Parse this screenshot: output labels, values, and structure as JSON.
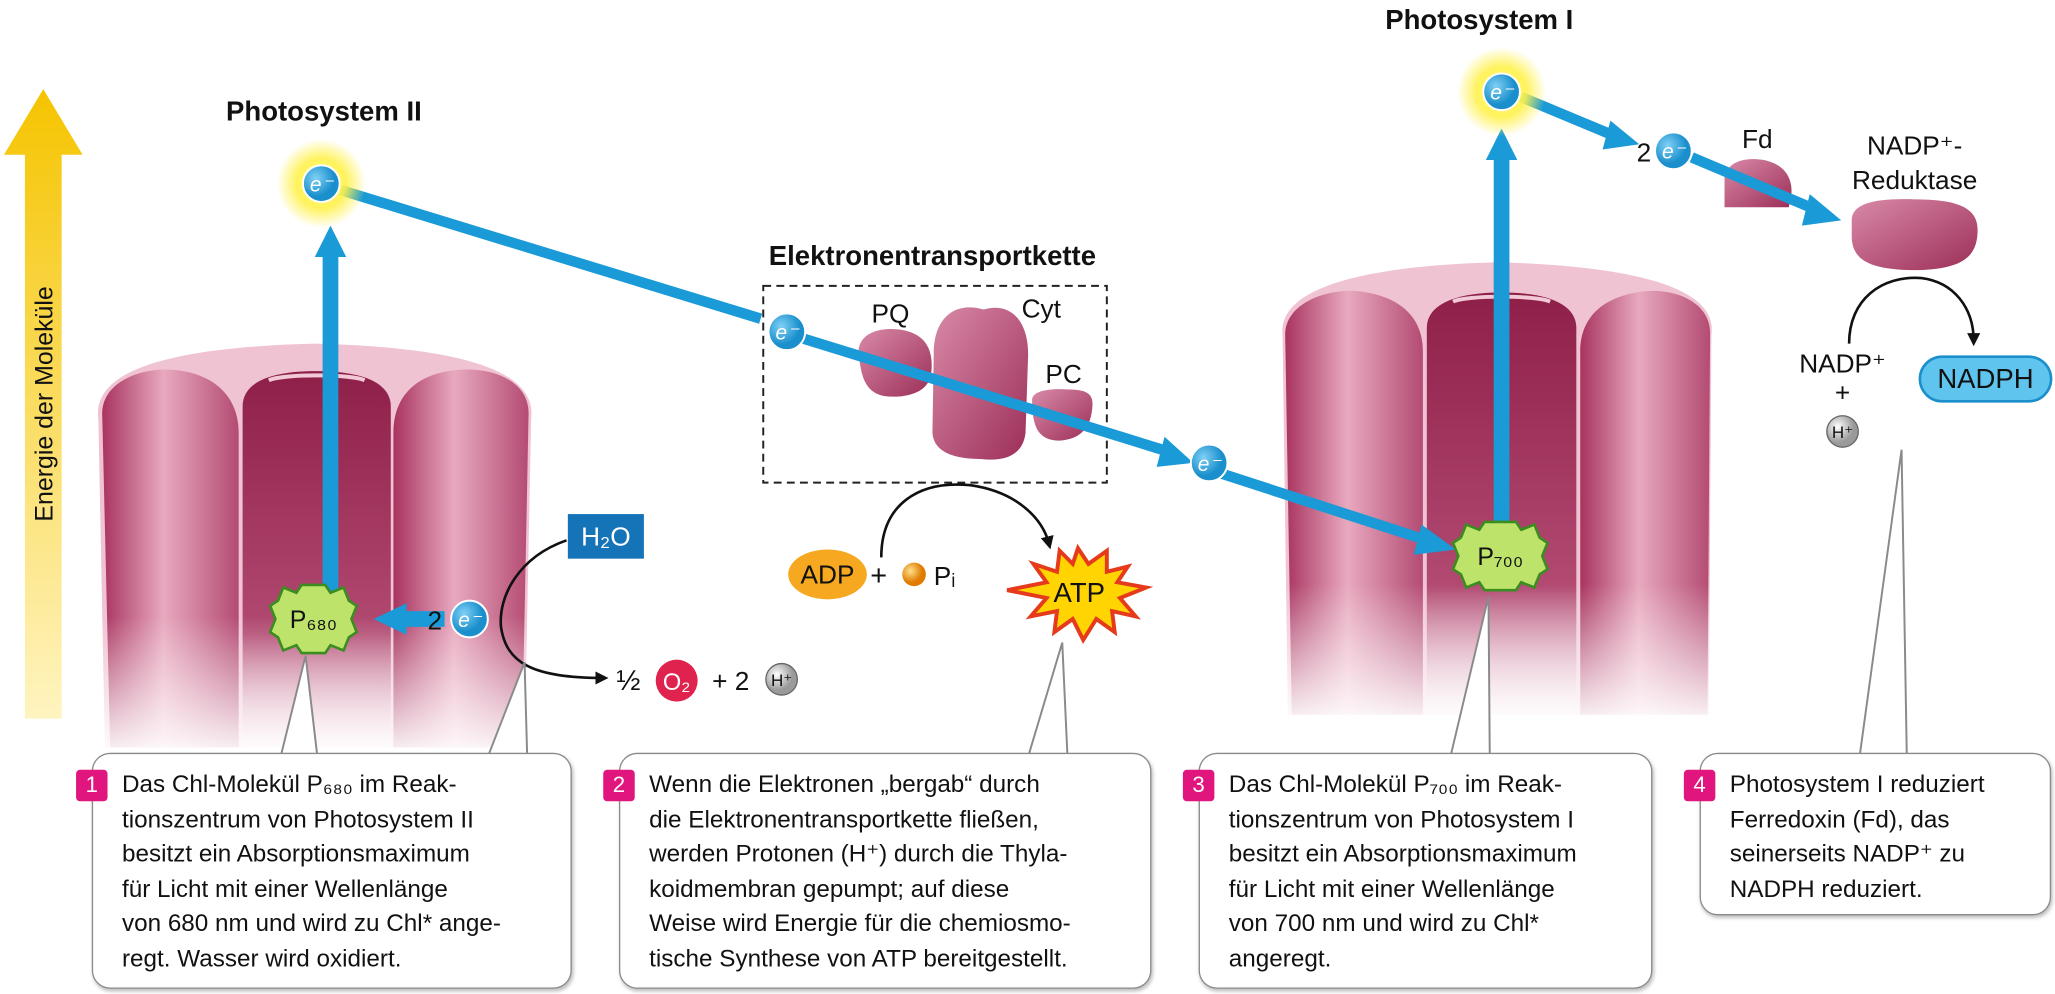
{
  "labels": {
    "axis": "Energie der Moleküle",
    "photosystem_2": "Photosystem II",
    "photosystem_1": "Photosystem I",
    "etc": "Elektronentransportkette",
    "pq": "PQ",
    "cyt": "Cyt",
    "pc": "PC",
    "fd": "Fd",
    "nadp_reductase_1": "NADP⁺-",
    "nadp_reductase_2": "Reduktase",
    "nadp_plus": "NADP⁺",
    "plus": "+",
    "nadph": "NADPH",
    "h2o": "H₂O",
    "adp": "ADP",
    "atp": "ATP",
    "pi": "Pᵢ",
    "p680": "P₆₈₀",
    "p700": "P₇₀₀",
    "electron": "e⁻",
    "two": "2",
    "h_plus": "H⁺",
    "o2": "O₂",
    "half": "½",
    "plus_two": "+ 2"
  },
  "colors": {
    "arrow_blue": "#1a9ad6",
    "protein_pink": "#b04a72",
    "reaction_center_green": "#bde36a",
    "energy_arrow_yellow": "#f7d21e",
    "step_badge_magenta": "#e0157e",
    "h2o_box_blue": "#1573b8",
    "o2_red": "#e0234e",
    "adp_orange": "#f6a821",
    "atp_yellow": "#ffd400",
    "atp_burst_red": "#e63a1c",
    "nadph_cyan": "#5fc5ee"
  },
  "callouts": [
    {
      "number": "1",
      "lines": [
        "Das Chl-Molekül P₆₈₀ im Reak-",
        "tionszentrum von Photosystem II",
        "besitzt ein Absorptionsmaximum",
        "für Licht mit einer Wellenlänge",
        "von 680 nm und wird zu Chl* ange-",
        "regt. Wasser wird oxidiert."
      ]
    },
    {
      "number": "2",
      "lines": [
        "Wenn die Elektronen „bergab“ durch",
        "die Elektronentransportkette fließen,",
        "werden Protonen (H⁺) durch die Thyla-",
        "koidmembran gepumpt; auf diese",
        "Weise wird Energie für die chemiosmo-",
        "tische Synthese von ATP bereitgestellt."
      ]
    },
    {
      "number": "3",
      "lines": [
        "Das Chl-Molekül P₇₀₀ im Reak-",
        "tionszentrum von Photosystem I",
        "besitzt ein Absorptionsmaximum",
        "für Licht mit einer Wellenlänge",
        "von 700 nm und wird zu Chl*",
        "angeregt."
      ]
    },
    {
      "number": "4",
      "lines": [
        "Photosystem I reduziert",
        "Ferredoxin (Fd), das",
        "seinerseits  NADP⁺ zu",
        "NADPH reduziert."
      ]
    }
  ]
}
